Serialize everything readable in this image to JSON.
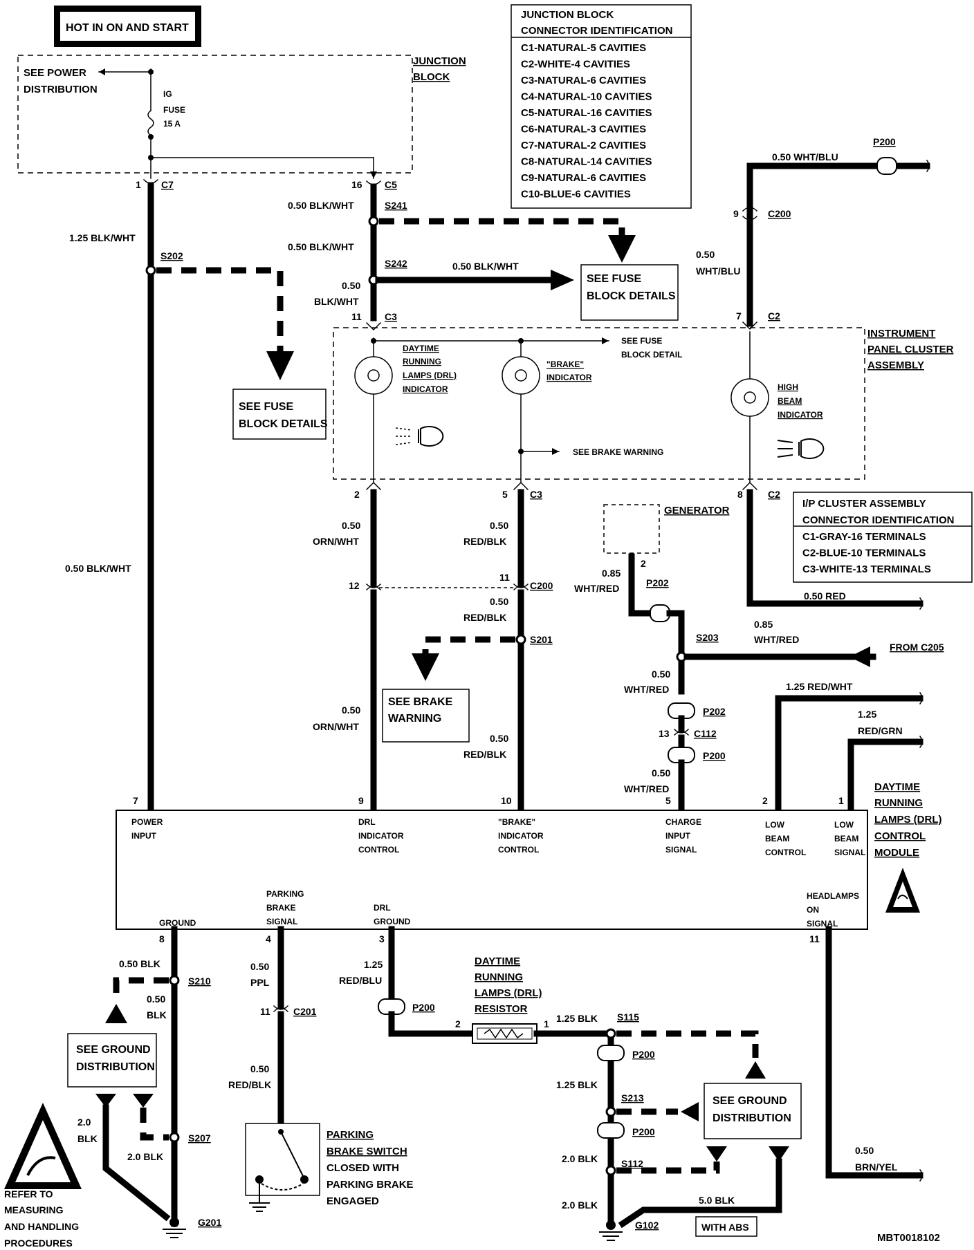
{
  "header": {
    "hot_label": "HOT IN ON AND START"
  },
  "junction_block": {
    "label_line1": "JUNCTION",
    "label_line2": "BLOCK",
    "power_dist_line1": "SEE POWER",
    "power_dist_line2": "DISTRIBUTION",
    "fuse_line1": "IG",
    "fuse_line2": "FUSE",
    "fuse_line3": "15 A"
  },
  "jb_connector_table": {
    "title_line1": "JUNCTION BLOCK",
    "title_line2": "CONNECTOR IDENTIFICATION",
    "rows": [
      "C1-NATURAL-5 CAVITIES",
      "C2-WHITE-4 CAVITIES",
      "C3-NATURAL-6 CAVITIES",
      "C4-NATURAL-10 CAVITIES",
      "C5-NATURAL-16 CAVITIES",
      "C6-NATURAL-3 CAVITIES",
      "C7-NATURAL-2 CAVITIES",
      "C8-NATURAL-14 CAVITIES",
      "C9-NATURAL-6 CAVITIES",
      "C10-BLUE-6 CAVITIES"
    ]
  },
  "ip_connector_table": {
    "title_line1": "I/P CLUSTER ASSEMBLY",
    "title_line2": "CONNECTOR IDENTIFICATION",
    "rows": [
      "C1-GRAY-16 TERMINALS",
      "C2-BLUE-10 TERMINALS",
      "C3-WHITE-13 TERMINALS"
    ]
  },
  "cluster": {
    "label_line1": "INSTRUMENT",
    "label_line2": "PANEL CLUSTER",
    "label_line3": "ASSEMBLY",
    "drl_ind": [
      "DAYTIME",
      "RUNNING",
      "LAMPS (DRL)",
      "INDICATOR"
    ],
    "brake_ind": [
      "\"BRAKE\"",
      "INDICATOR"
    ],
    "high_beam": [
      "HIGH",
      "BEAM",
      "INDICATOR"
    ],
    "see_fuse_detail_line1": "SEE FUSE",
    "see_fuse_detail_line2": "BLOCK DETAIL",
    "see_brake_warning": "SEE BRAKE WARNING"
  },
  "refs": {
    "fuse_block_1": [
      "SEE FUSE",
      "BLOCK DETAILS"
    ],
    "fuse_block_2": [
      "SEE FUSE",
      "BLOCK DETAILS"
    ],
    "brake_warning": [
      "SEE BRAKE",
      "WARNING"
    ],
    "ground_left": [
      "SEE GROUND",
      "DISTRIBUTION"
    ],
    "ground_right": [
      "SEE GROUND",
      "DISTRIBUTION"
    ],
    "from_c205": "FROM C205",
    "with_abs": "WITH ABS",
    "measuring": [
      "REFER TO",
      "MEASURING",
      "AND HANDLING",
      "PROCEDURES"
    ],
    "generator": "GENERATOR"
  },
  "module": {
    "title": [
      "DAYTIME",
      "RUNNING",
      "LAMPS (DRL)",
      "CONTROL",
      "MODULE"
    ],
    "pins_top": {
      "power_input": [
        "POWER",
        "INPUT"
      ],
      "drl_ind_control": [
        "DRL",
        "INDICATOR",
        "CONTROL"
      ],
      "brake_ind_control": [
        "\"BRAKE\"",
        "INDICATOR",
        "CONTROL"
      ],
      "charge_input": [
        "CHARGE",
        "INPUT",
        "SIGNAL"
      ],
      "low_beam_control": [
        "LOW",
        "BEAM",
        "CONTROL"
      ],
      "low_beam_signal": [
        "LOW",
        "BEAM",
        "SIGNAL"
      ]
    },
    "pins_bottom": {
      "ground": "GROUND",
      "parking_brake_signal": [
        "PARKING",
        "BRAKE",
        "SIGNAL"
      ],
      "drl_ground": [
        "DRL",
        "GROUND"
      ],
      "headlamps_on": [
        "HEADLAMPS",
        "ON",
        "SIGNAL"
      ]
    }
  },
  "resistor": [
    "DAYTIME",
    "RUNNING",
    "LAMPS (DRL)",
    "RESISTOR"
  ],
  "parking_switch": [
    "PARKING",
    "BRAKE SWITCH",
    "CLOSED WITH",
    "PARKING BRAKE",
    "ENGAGED"
  ],
  "wires": {
    "w_125_blkwht": "1.25 BLK/WHT",
    "w_050_blkwht_a": "0.50 BLK/WHT",
    "w_050_blkwht_b": "0.50 BLK/WHT",
    "w_050_blkwht_c": "0.50 BLK/WHT",
    "w_050_blkwht_left": "0.50 BLK/WHT",
    "w_050": "0.50",
    "blkwht": "BLK/WHT",
    "w_050_whtblu": "0.50 WHT/BLU",
    "whtblu": "WHT/BLU",
    "orn_wht": "ORN/WHT",
    "red_blk": "RED/BLK",
    "w_085": "0.85",
    "wht_red": "WHT/RED",
    "w_050_red": "0.50 RED",
    "w_125_redwht": "1.25 RED/WHT",
    "w_125": "1.25",
    "red_grn": "RED/GRN",
    "w_050_blk": "0.50 BLK",
    "blk": "BLK",
    "ppl": "PPL",
    "red_blu": "RED/BLU",
    "w_125_blk": "1.25 BLK",
    "w_20": "2.0",
    "w_20_blk": "2.0 BLK",
    "w_50_blk": "5.0 BLK",
    "brn_yel": "BRN/YEL"
  },
  "ids": {
    "c7": "C7",
    "c5": "C5",
    "c3": "C3",
    "c2": "C2",
    "c200": "C200",
    "c112": "C112",
    "c201": "C201",
    "s241": "S241",
    "s242": "S242",
    "s202": "S202",
    "s201": "S201",
    "s203": "S203",
    "s210": "S210",
    "s207": "S207",
    "s115": "S115",
    "s213": "S213",
    "s112": "S112",
    "p200": "P200",
    "p202": "P202",
    "g201": "G201",
    "g102": "G102",
    "n1": "1",
    "n2": "2",
    "n3": "3",
    "n4": "4",
    "n5": "5",
    "n7": "7",
    "n8": "8",
    "n9": "9",
    "n10": "10",
    "n11": "11",
    "n12": "12",
    "n13": "13",
    "n16": "16"
  },
  "footer": {
    "code": "MBT0018102"
  }
}
